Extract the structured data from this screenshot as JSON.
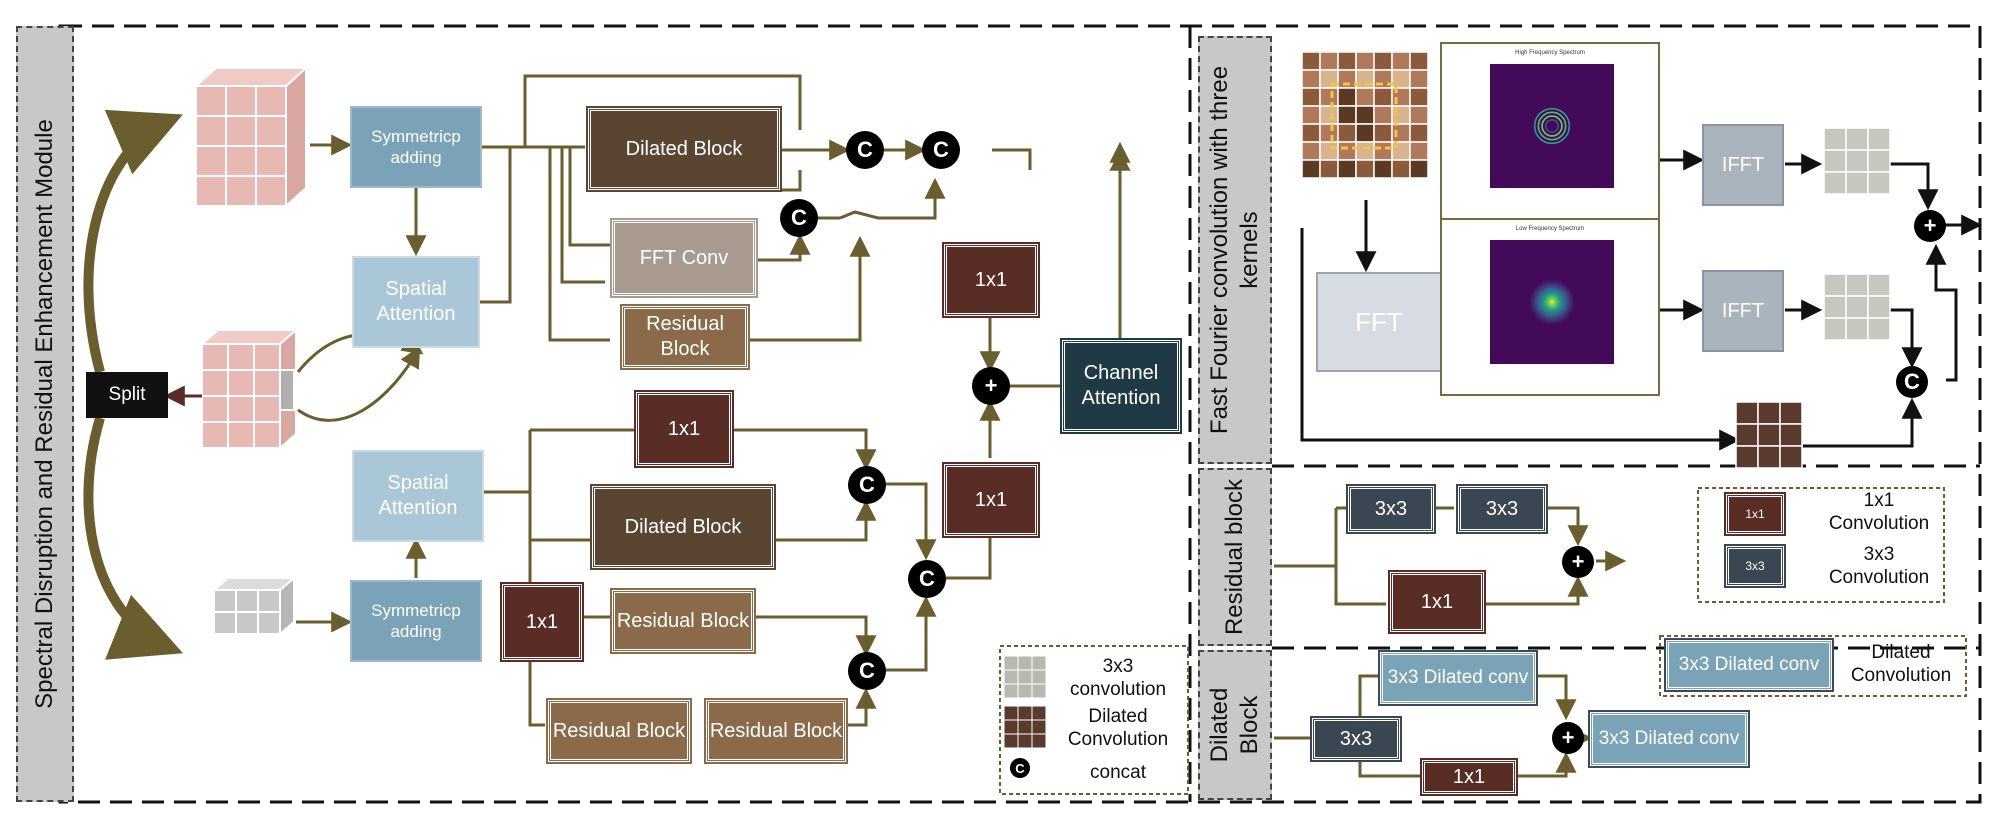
{
  "module_title": "Spectral Disruption and Residual Enhancement Module",
  "fft_section_title": "Fast Fourier convolution with three kernels",
  "residual_section_title": "Residual block",
  "dilated_section_title": "Dilated Block",
  "split_label": "Split",
  "sym_pad_label": "Symmetricp adding",
  "spatial_attention_label": "Spatial Attention",
  "dilated_block_label": "Dilated Block",
  "fft_conv_label": "FFT Conv",
  "residual_block_label": "Residual Block",
  "conv1x1_label": "1x1",
  "conv3x3_label": "3x3",
  "channel_attention_label": "Channel Attention",
  "concat_symbol": "C",
  "add_symbol": "+",
  "fft_label": "FFT",
  "ifft_label": "IFFT",
  "high_spectrum_title": "High Frequency Spectrum",
  "low_spectrum_title": "Low Frequency Spectrum",
  "dilated_conv_label": "3x3 Dilated conv",
  "legend_left": {
    "conv3x3": "3x3 convolution",
    "dilated": "Dilated Convolution",
    "concat": "concat"
  },
  "legend_right": {
    "conv1x1_swatch": "1x1",
    "conv1x1_text": "1x1 Convolution",
    "conv3x3_swatch": "3x3",
    "conv3x3_text": "3x3 Convolution",
    "dilated_swatch": "3x3 Dilated conv",
    "dilated_text": "Dilated Convolution"
  },
  "colors": {
    "arrow": "#6b5e2e",
    "cube_pink": "#e8b9b4",
    "cube_grey": "#c8c8c8",
    "dark_brown": "#5a4532",
    "light_brown": "#8a6a48",
    "maroon": "#5a2c26",
    "steel_blue": "#7aa3b8",
    "pale_blue": "#a9c7d6",
    "spectrum_bg": "#440a5a"
  }
}
